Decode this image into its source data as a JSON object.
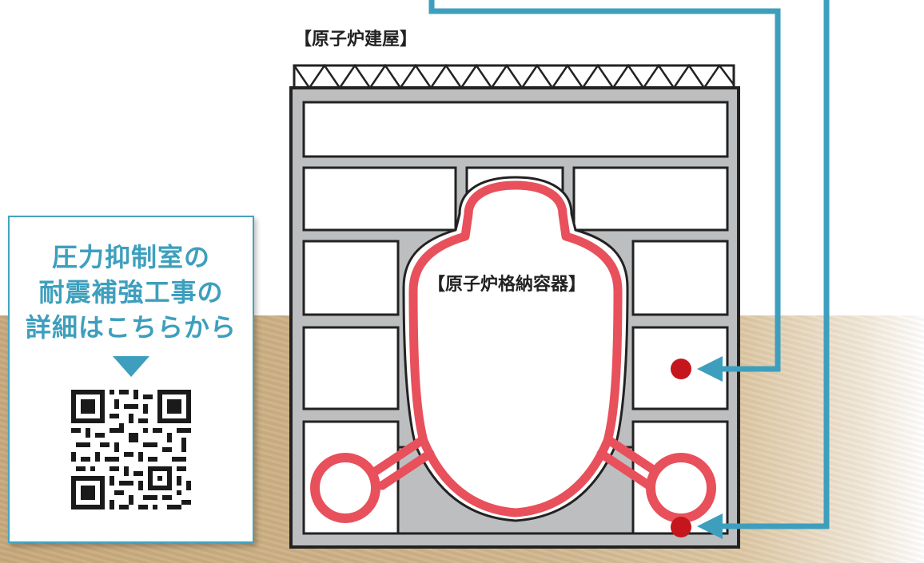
{
  "reactor_building_label": "【原子炉建屋】",
  "containment_vessel_label": "【原子炉格納容器】",
  "qr_card": {
    "heading_lines": [
      "圧力抑制室の",
      "耐震補強工事の",
      "詳細はこちらから"
    ]
  },
  "colors": {
    "containment_outline": "#e8505b",
    "building_wall": "#bcbec0",
    "pipe_arrows": "#3d9fbd",
    "marker_dots": "#c4161c",
    "ground": "#cfb288"
  },
  "icons": [
    "down-triangle-icon",
    "qr-code-icon",
    "arrow-left-icon"
  ]
}
